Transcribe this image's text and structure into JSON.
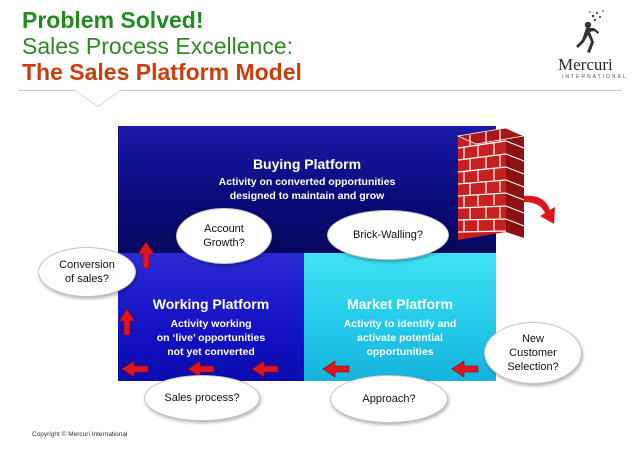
{
  "header": {
    "title_line1": "Problem Solved!",
    "title_line2": "Sales Process Excellence:",
    "title_line3": "The Sales Platform Model"
  },
  "logo": {
    "name": "Mercuri",
    "subtitle": "INTERNATIONAL"
  },
  "panels": {
    "buying": {
      "title": "Buying Platform",
      "line1": "Activity on converted opportunities",
      "line2": "designed to maintain and grow",
      "color": "#0b0b7a"
    },
    "working": {
      "title": "Working Platform",
      "line1": "Activity working",
      "line2": "on ‘live’ opportunities",
      "line3": "not yet converted",
      "color": "#1212c4"
    },
    "market": {
      "title": "Market Platform",
      "line1": "Activity to identify and",
      "line2": "activate potential",
      "line3": "opportunities",
      "color": "#22c8e8"
    }
  },
  "bubbles": {
    "account_growth": "Account\nGrowth?",
    "brick_walling": "Brick-Walling?",
    "conversion": "Conversion\nof sales?",
    "new_customer": "New\nCustomer\nSelection?",
    "sales_process": "Sales process?",
    "approach": "Approach?"
  },
  "footer": {
    "copyright": "Copyright © Mercuri International"
  },
  "colors": {
    "title_green": "#228B22",
    "title_orange": "#CC3D0E",
    "arrow_red": "#e0141c",
    "brick": "#b81e1e"
  },
  "icons": [
    "brick-wall-icon",
    "curved-arrow-icon",
    "mercuri-runner-logo-icon"
  ]
}
